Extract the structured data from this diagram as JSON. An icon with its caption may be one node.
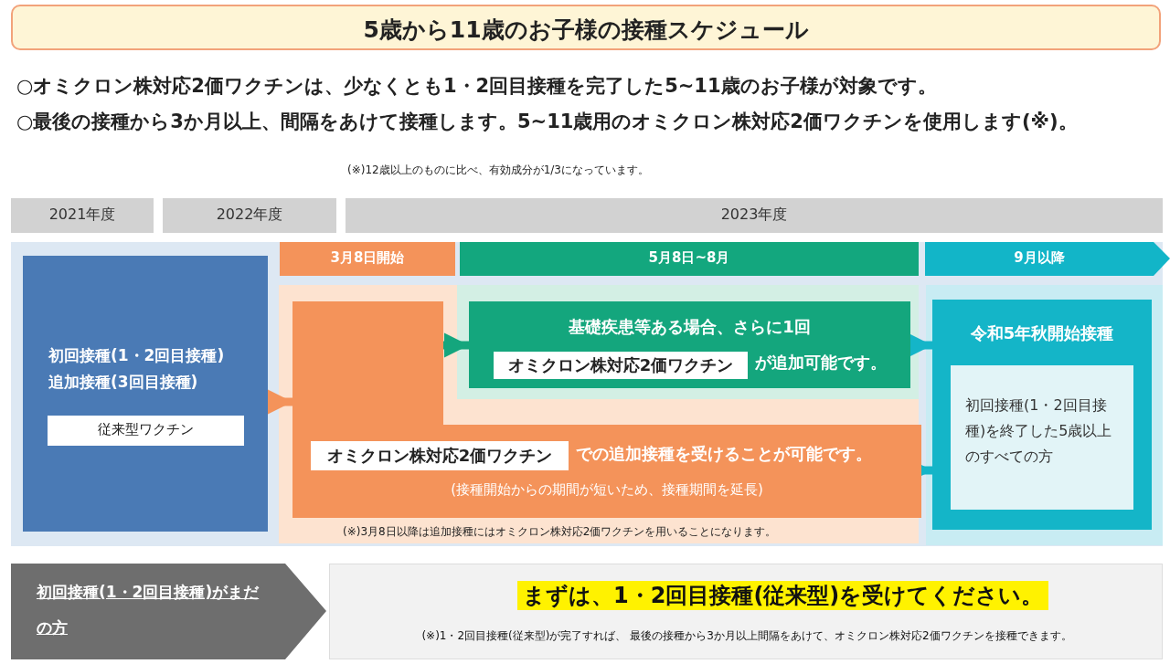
{
  "diagram": {
    "title": "5歳から11歳のお子様の**接種スケジュール**",
    "nodes": [
      {
        "text": [
          "2021年度"
        ]
      },
      {
        "text": [
          "2022年度"
        ]
      },
      {
        "text": [
          "2023年度"
        ]
      },
      {
        "text": [
          "3月8日開始"
        ]
      },
      {
        "text": [
          "5月8日~8月"
        ]
      },
      {
        "text": [
          "9月以降"
        ]
      },
      {
        "text": [
          "初回接種(1・2回目接種)追加接種(3回目接種)"
        ]
      },
      {
        "text": [
          "従来型ワクチン"
        ],
        "in": 6
      },
      {
        "text": [
          "での追加接種を受けることが可能です。",
          "(接種開始からの期間が短いため、接種期間を延長)"
        ]
      },
      {
        "text": [
          "オミクロン株対応2価ワクチン"
        ],
        "in": 8
      },
      {
        "text": [
          "基礎疾患等ある場合、さらに1回",
          "が追加可能です。"
        ]
      },
      {
        "text": [
          "オミクロン株対応2価ワクチン"
        ],
        "in": 10
      },
      {
        "text": [
          "令和5年秋開始接種"
        ]
      },
      {
        "text": [
          "初回接種(1・2回目接種)を終了した5歳以上のすべての方"
        ],
        "in": 12
      },
      {
        "text": [
          "初回接種(1・2回目接種)がまだの方"
        ]
      },
      {
        "text": [
          "まずは、1・2回目接種(従来型)を受けてください。",
          "(※)1・2回目接種(従来型)が完了すれば、 最後の接種から3か月以上間隔をあけて、オミクロン株対応2価ワクチンを接種できます。"
        ]
      }
    ],
    "edges": [
      {
        "from": 6,
        "to": 8,
        "arrow": "to",
        "color": "#f4935a"
      },
      {
        "from": 8,
        "to": 10,
        "arrow": "to",
        "color": "#14a67d"
      },
      {
        "from": 10,
        "to": 12,
        "arrow": "to",
        "color": "#14b5c8"
      },
      {
        "from": 8,
        "to": 12,
        "arrow": "to",
        "color": "#14b5c8"
      }
    ],
    "labels": [
      "○オミクロン株対応2価ワクチンは、少なくとも1・2回目接種を完了した5~11歳のお子様が対象です。",
      "○最後の接種から3か月以上、間隔をあけて接種します。5~11歳用のオミクロン株対応2価ワクチンを使用します(※)。",
      "(※)12歳以上のものに比べ、有効成分が1/3になっています。",
      "(※)3月8日以降は追加接種にはオミクロン株対応2価ワクチンを用いることになります。"
    ]
  }
}
